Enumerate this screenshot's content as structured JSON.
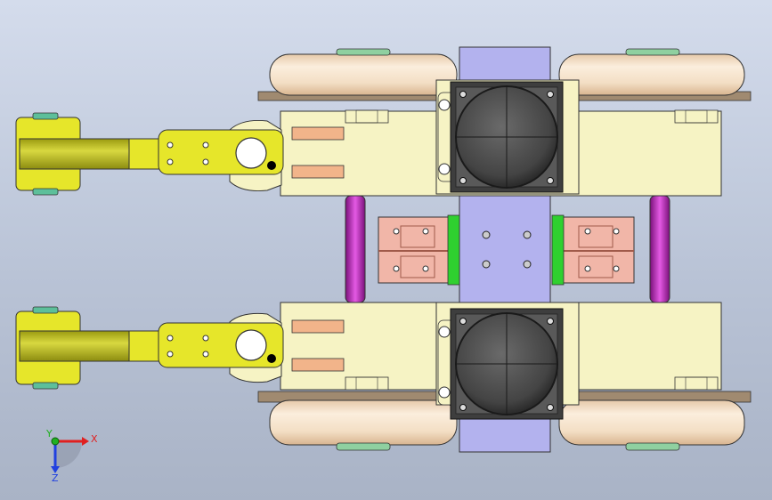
{
  "viewport": {
    "background_top": "#d4dcec",
    "background_bottom": "#a9b3c6"
  },
  "triad": {
    "x_label": "X",
    "y_label": "Y",
    "z_label": "Z",
    "x_color": "#e02020",
    "y_color": "#20b020",
    "z_color": "#2040e0"
  },
  "colors": {
    "wheel": "#f1dcc2",
    "frame": "#f6f3c4",
    "center_plate": "#b3b2ee",
    "axle_box": "#3e3e3e",
    "arm": "#e6e62a",
    "shock_absorber": "#b922b9",
    "bracket_salmon": "#f1b6a8",
    "green_plate": "#2fd02f",
    "pad_orange": "#f2b48a"
  }
}
